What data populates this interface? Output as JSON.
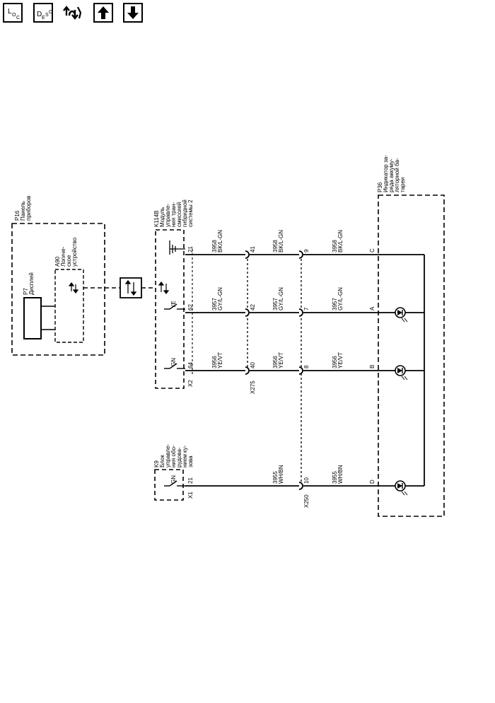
{
  "toolbar": {
    "loc": {
      "main": "L",
      "sub": "O",
      "sub2": "C"
    },
    "desc": {
      "main": "D",
      "sub": "E",
      "sub2": "S",
      "sub3": "C"
    },
    "icons": [
      "loc-icon",
      "desc-icon",
      "connector-tool-icon",
      "arrow-up-icon",
      "arrow-down-icon"
    ]
  },
  "components": {
    "p16": {
      "line1": "P16",
      "line2": "Панель",
      "line3": "приборов"
    },
    "p7": {
      "line1": "P7",
      "line2": "Дисплей"
    },
    "a90": {
      "line1": "A90",
      "line2": "Логиче-",
      "line3": "ское",
      "line4": "устройство"
    },
    "k114b": {
      "line1": "K114B",
      "line2": "Модуль",
      "line3": "управле-",
      "line4": "ния тран-",
      "line5": "смиссией",
      "line6": "гибридной",
      "line7": "системы 2",
      "connector": "X2"
    },
    "k9": {
      "line1": "K9",
      "line2": "Блок",
      "line3": "управле-",
      "line4": "ния обо-",
      "line5": "рудова-",
      "line6": "нием ку-",
      "line7": "зова",
      "connector": "X1"
    },
    "p36": {
      "line1": "P36",
      "line2": "Индикатор за-",
      "line3": "ряда аккуму-",
      "line4": "ляторной ба-",
      "line5": "тареи"
    }
  },
  "connectors": {
    "x275": "X275",
    "x250": "X250"
  },
  "circuits": [
    {
      "circuit": "3958",
      "wire": "BK/L-GN",
      "pin_module": "21",
      "pin_x275": "41",
      "pin_x250": "9",
      "pin_p36": "C"
    },
    {
      "circuit": "3957",
      "wire": "GY/L-GN",
      "pin_module": "62",
      "pin_x275": "42",
      "pin_x250": "7",
      "pin_p36": "A",
      "switch": "YE"
    },
    {
      "circuit": "3956",
      "wire": "YE/VT",
      "pin_module": "64",
      "pin_x275": "40",
      "pin_x250": "8",
      "pin_p36": "B",
      "switch": "GN"
    },
    {
      "circuit": "3955",
      "wire": "WH/BN",
      "pin_module": "21",
      "pin_x250": "10",
      "pin_p36": "D",
      "switch": "GN"
    }
  ]
}
